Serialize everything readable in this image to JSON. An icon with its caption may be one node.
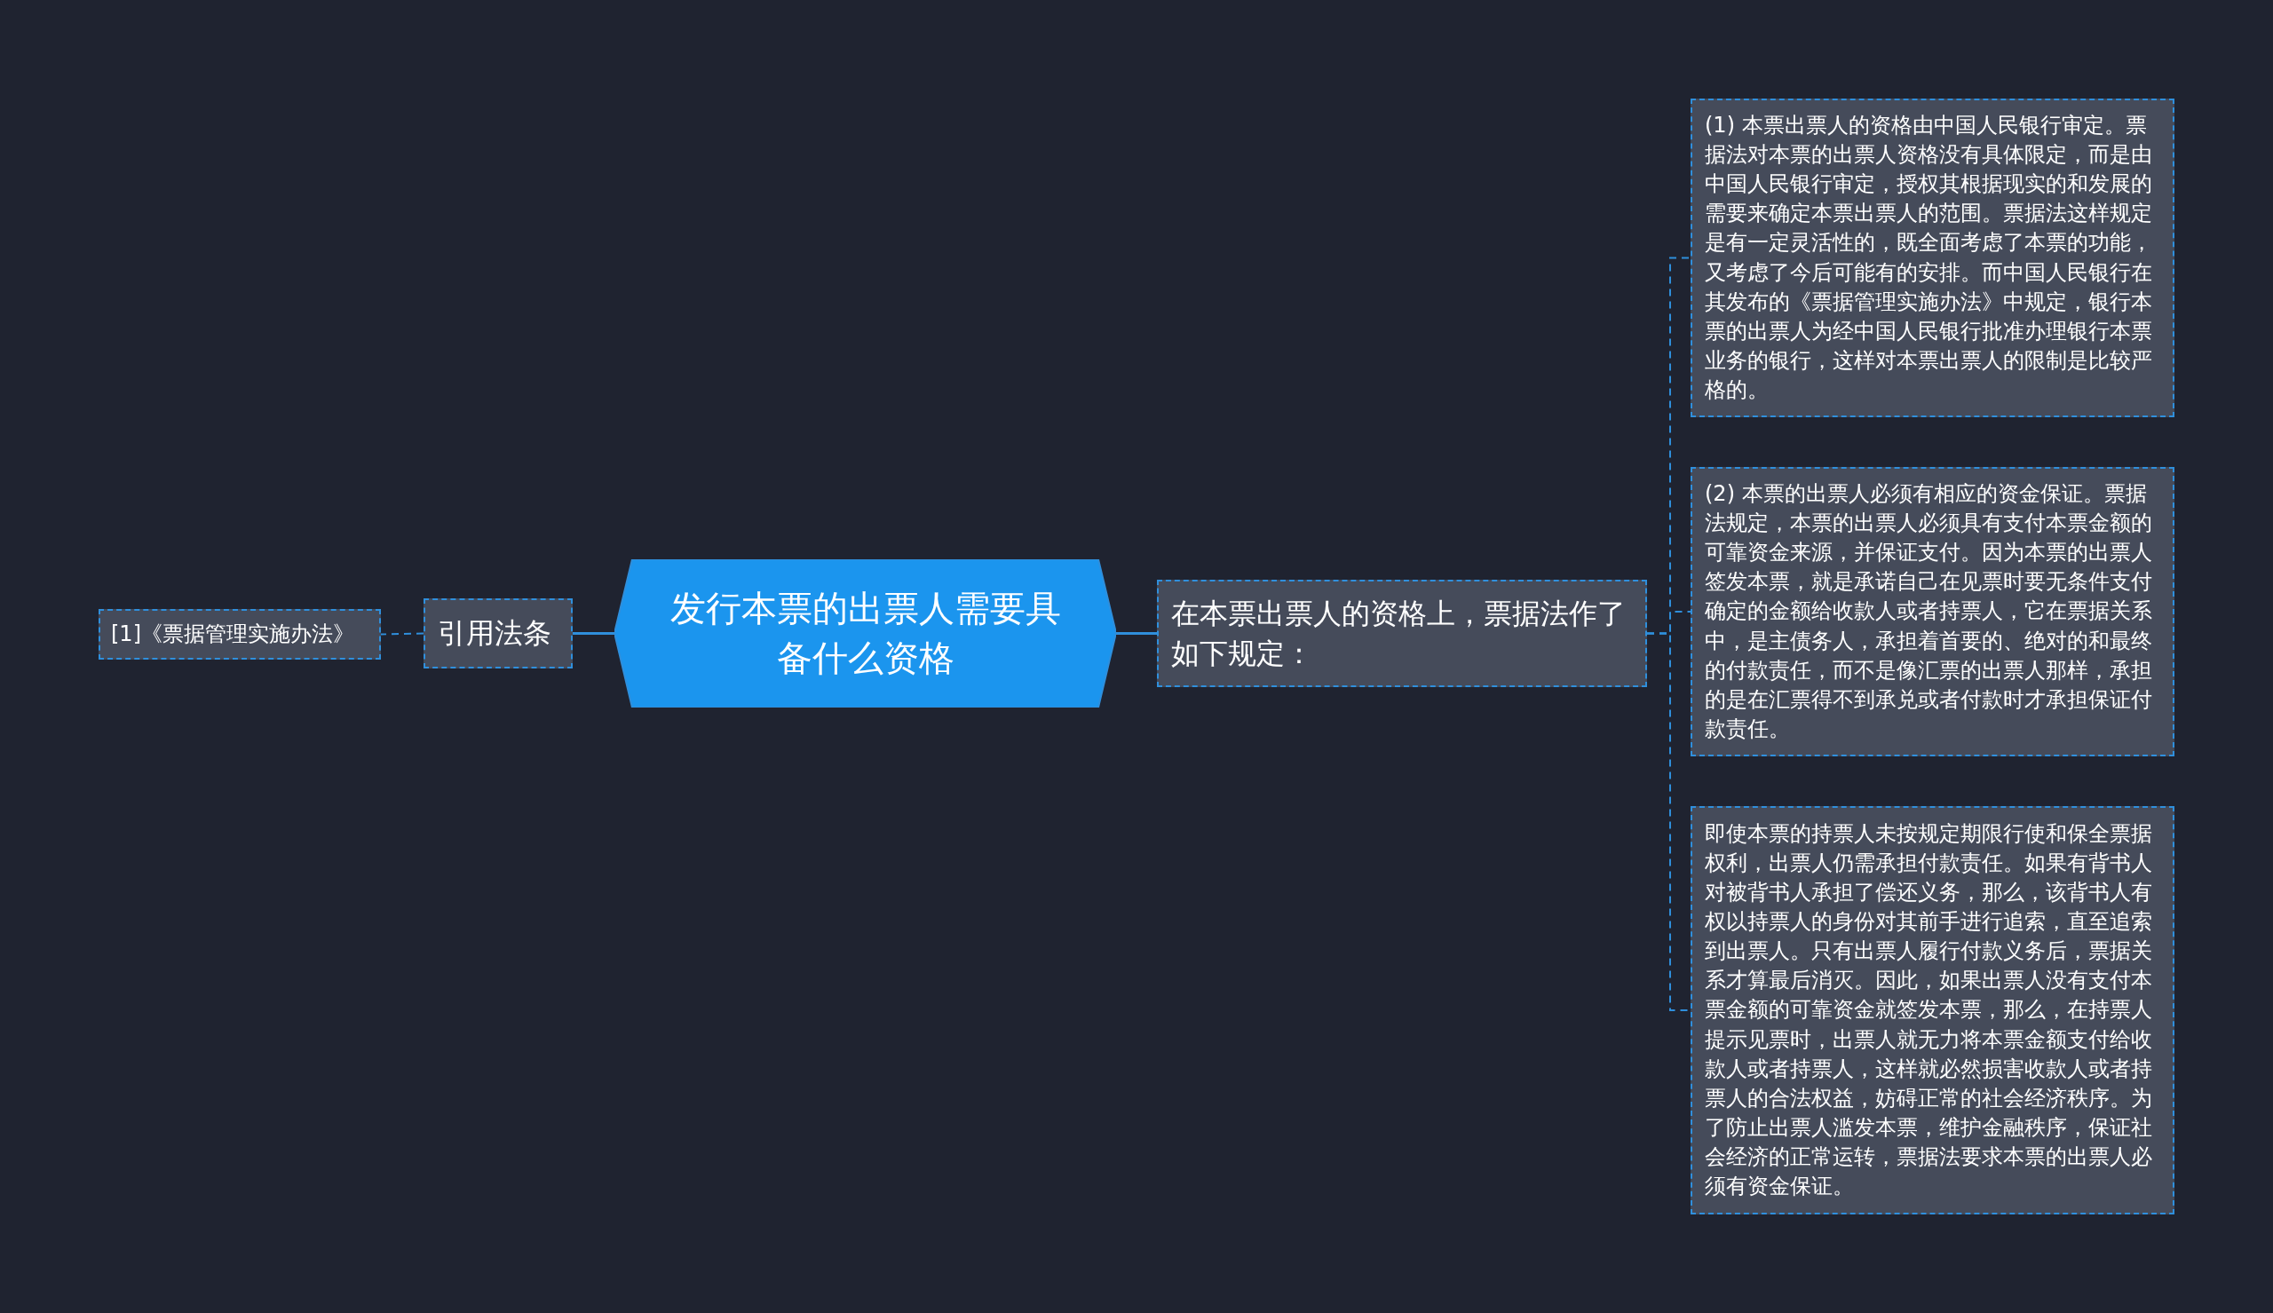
{
  "diagram": {
    "nodes": [
      {
        "text": [
          "发行本票的出票人需要具备什么资格"
        ]
      },
      {
        "text": [
          "引用法条"
        ]
      },
      {
        "text": [
          "[1]《票据管理实施办法》"
        ]
      },
      {
        "text": [
          "在本票出票人的资格上，票据法作了如下规定："
        ]
      },
      {
        "text": [
          "(1) 本票出票人的资格由中国人民银行审定。票据法对本票的出票人资格没有具体限定，而是由中国人民银行审定，授权其根据现实的和发展的需要来确定本票出票人的范围。票据法这样规定是有一定灵活性的，既全面考虑了本票的功能，又考虑了今后可能有的安排。而中国人民银行在其发布的《票据管理实施办法》中规定，银行本票的出票人为经中国人民银行批准办理银行本票业务的银行，这样对本票出票人的限制是比较严格的。"
        ]
      },
      {
        "text": [
          "(2) 本票的出票人必须有相应的资金保证。票据法规定，本票的出票人必须具有支付本票金额的可靠资金来源，并保证支付。因为本票的出票人签发本票，就是承诺自己在见票时要无条件支付确定的金额给收款人或者持票人，它在票据关系中，是主债务人，承担着首要的、绝对的和最终的付款责任，而不是像汇票的出票人那样，承担的是在汇票得不到承兑或者付款时才承担保证付款责任。"
        ]
      },
      {
        "text": [
          "即使本票的持票人未按规定期限行使和保全票据权利，出票人仍需承担付款责任。如果有背书人对被背书人承担了偿还义务，那么，该背书人有权以持票人的身份对其前手进行追索，直至追索到出票人。只有出票人履行付款义务后，票据关系才算最后消灭。因此，如果出票人没有支付本票金额的可靠资金就签发本票，那么，在持票人提示见票时，出票人就无力将本票金额支付给收款人或者持票人，这样就必然损害收款人或者持票人的合法权益，妨碍正常的社会经济秩序。为了防止出票人滥发本票，维护金融秩序，保证社会经济的正常运转，票据法要求本票的出票人必须有资金保证。"
        ]
      }
    ],
    "edges": [
      {
        "from": 0,
        "to": 1,
        "arrow": "none"
      },
      {
        "from": 1,
        "to": 2,
        "arrow": "none",
        "style": "dashed"
      },
      {
        "from": 0,
        "to": 3,
        "arrow": "none"
      },
      {
        "from": 3,
        "to": 4,
        "arrow": "none",
        "style": "dashed"
      },
      {
        "from": 3,
        "to": 5,
        "arrow": "none",
        "style": "dashed"
      },
      {
        "from": 3,
        "to": 6,
        "arrow": "none",
        "style": "dashed"
      }
    ]
  }
}
